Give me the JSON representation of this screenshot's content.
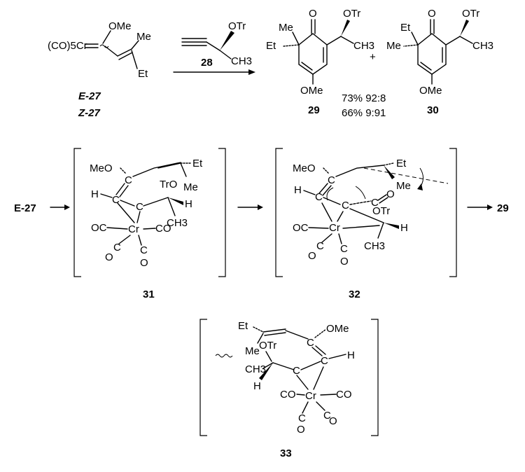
{
  "reactant": {
    "complex_left": "(CO)5Cr",
    "ome": "OMe",
    "me": "Me",
    "et": "Et",
    "label_e": "E-27",
    "label_z": "Z-27"
  },
  "reagent": {
    "otr": "OTr",
    "ch3": "CH3",
    "label": "28"
  },
  "product29": {
    "me": "Me",
    "et": "Et",
    "o": "O",
    "otr": "OTr",
    "ch3": "CH3",
    "ome": "OMe",
    "label": "29"
  },
  "product30": {
    "et": "Et",
    "me": "Me",
    "o": "O",
    "otr": "OTr",
    "ch3": "CH3",
    "ome": "OMe",
    "label": "30"
  },
  "plus": "+",
  "yields": {
    "row1": "73%  92:8",
    "row2": "66%  9:91"
  },
  "scheme_start": "E-27",
  "scheme_end": "29",
  "int31": {
    "label": "31",
    "meo": "MeO",
    "et": "Et",
    "me": "Me",
    "tro": "TrO",
    "h_left": "H",
    "h_right": "H",
    "ch3": "CH3",
    "c1": "C",
    "c2": "C",
    "c3": "C",
    "cr": "Cr",
    "co1": "OC",
    "co2": "CO",
    "co3": "C",
    "co3o": "O",
    "co4": "C",
    "co4o": "O"
  },
  "int32": {
    "label": "32",
    "meo": "MeO",
    "et": "Et",
    "me": "Me",
    "otr": "OTr",
    "h_left": "H",
    "h_right": "H",
    "ch3": "CH3",
    "c1": "C",
    "c2": "C",
    "c3": "C",
    "ketene_c": "C",
    "ketene_o": "O",
    "cr": "Cr",
    "co1": "OC",
    "co3": "C",
    "co3o": "O",
    "co4": "C",
    "co4o": "O"
  },
  "int33": {
    "label": "33",
    "et": "Et",
    "me": "Me",
    "ome": "OMe",
    "otr": "OTr",
    "ch3": "CH3",
    "h_left": "H",
    "h_right": "H",
    "c1": "C",
    "c2": "C",
    "c3": "C",
    "cr": "Cr",
    "co1": "CO",
    "co2": "CO",
    "co3": "C",
    "co3o": "O",
    "co4": "C",
    "co4o": "O"
  }
}
